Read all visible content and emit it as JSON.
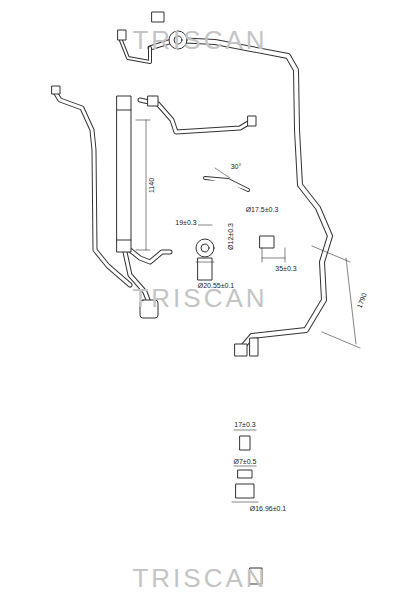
{
  "diagram": {
    "labels": [
      "TRISCAN",
      "TRISCAN",
      "TRISCAN",
      "1140",
      "30°",
      "Ø17.5±0.3",
      "19±0.3",
      "Ø12±0.3",
      "Ø20.55±0.1",
      "35±0.3",
      "1790",
      "17±0.3",
      "Ø7±0.5",
      "Ø16.96±0.1"
    ]
  }
}
